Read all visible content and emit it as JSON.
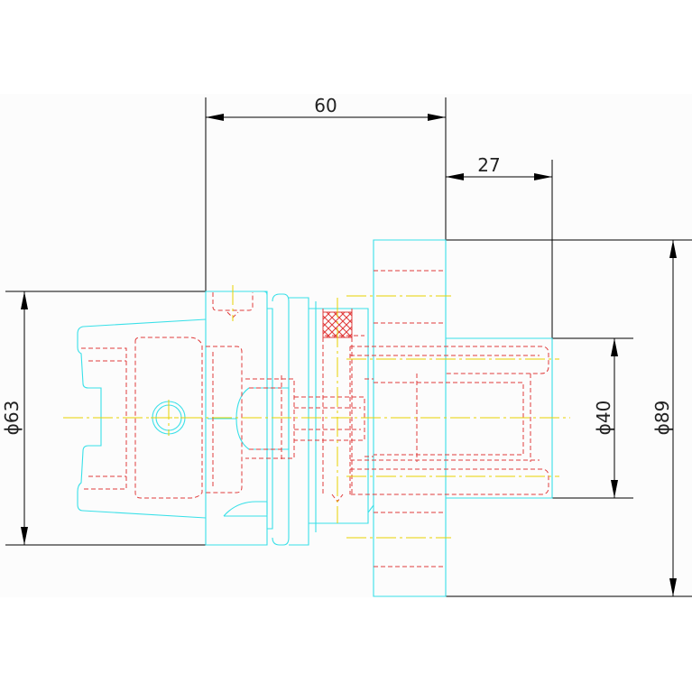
{
  "drawing": {
    "dimensions": {
      "top_length": "60",
      "top_offset": "27",
      "left_diameter": "ϕ63",
      "right_inner_diameter": "ϕ40",
      "right_outer_diameter": "ϕ89"
    },
    "colors": {
      "outline": "#39e0e8",
      "hidden_lines": "#e03b3b",
      "center_lines": "#e8d200",
      "dimensions": "#000000"
    }
  }
}
